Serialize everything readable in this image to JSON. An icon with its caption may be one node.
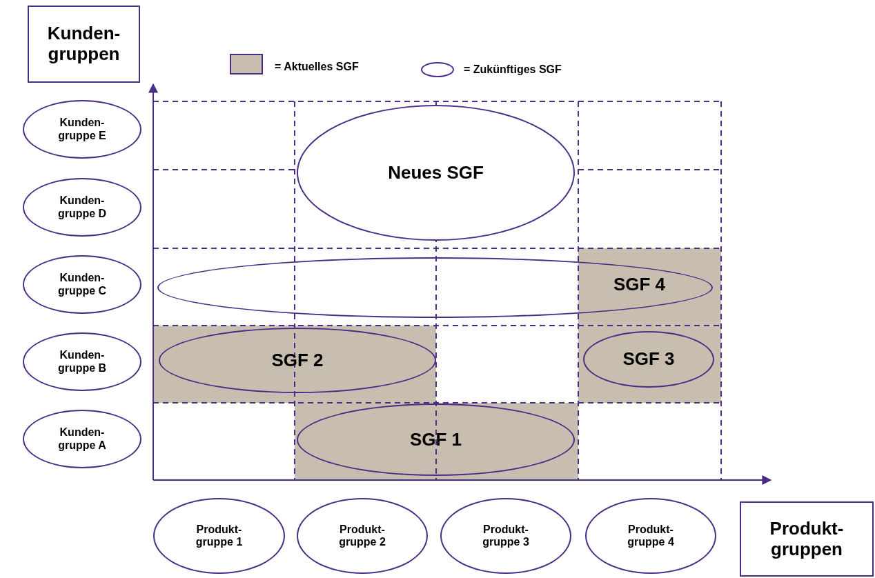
{
  "diagram": {
    "nodes": [
      {
        "text": [
          "Kunden- gruppen"
        ]
      },
      {
        "text": [
          "Kunden- gruppe E"
        ]
      },
      {
        "text": [
          "Kunden- gruppe D"
        ]
      },
      {
        "text": [
          "Kunden- gruppe C"
        ]
      },
      {
        "text": [
          "Kunden- gruppe B"
        ]
      },
      {
        "text": [
          "Kunden- gruppe A"
        ]
      },
      {
        "text": [
          "Neues SGF"
        ]
      },
      {
        "text": [],
        "shape": "ellipse"
      },
      {
        "text": [
          "SGF 4"
        ]
      },
      {
        "text": [],
        "shape": "box"
      },
      {
        "text": [
          "SGF 2"
        ],
        "in": 9
      },
      {
        "text": [
          "SGF 3"
        ],
        "in": 8
      },
      {
        "text": [],
        "shape": "box"
      },
      {
        "text": [
          "SGF 1"
        ],
        "in": 12
      },
      {
        "text": [
          "Produkt- gruppe 1"
        ]
      },
      {
        "text": [
          "Produkt- gruppe 2"
        ]
      },
      {
        "text": [
          "Produkt- gruppe 3"
        ]
      },
      {
        "text": [
          "Produkt- gruppe 4"
        ]
      },
      {
        "text": [
          "Produkt- gruppen"
        ]
      }
    ],
    "edges": [],
    "legend": [
      {
        "text": "= Aktuelles SGF",
        "color": "#c8beb0"
      },
      {
        "text": "= Zukünftiges SGF"
      }
    ]
  }
}
